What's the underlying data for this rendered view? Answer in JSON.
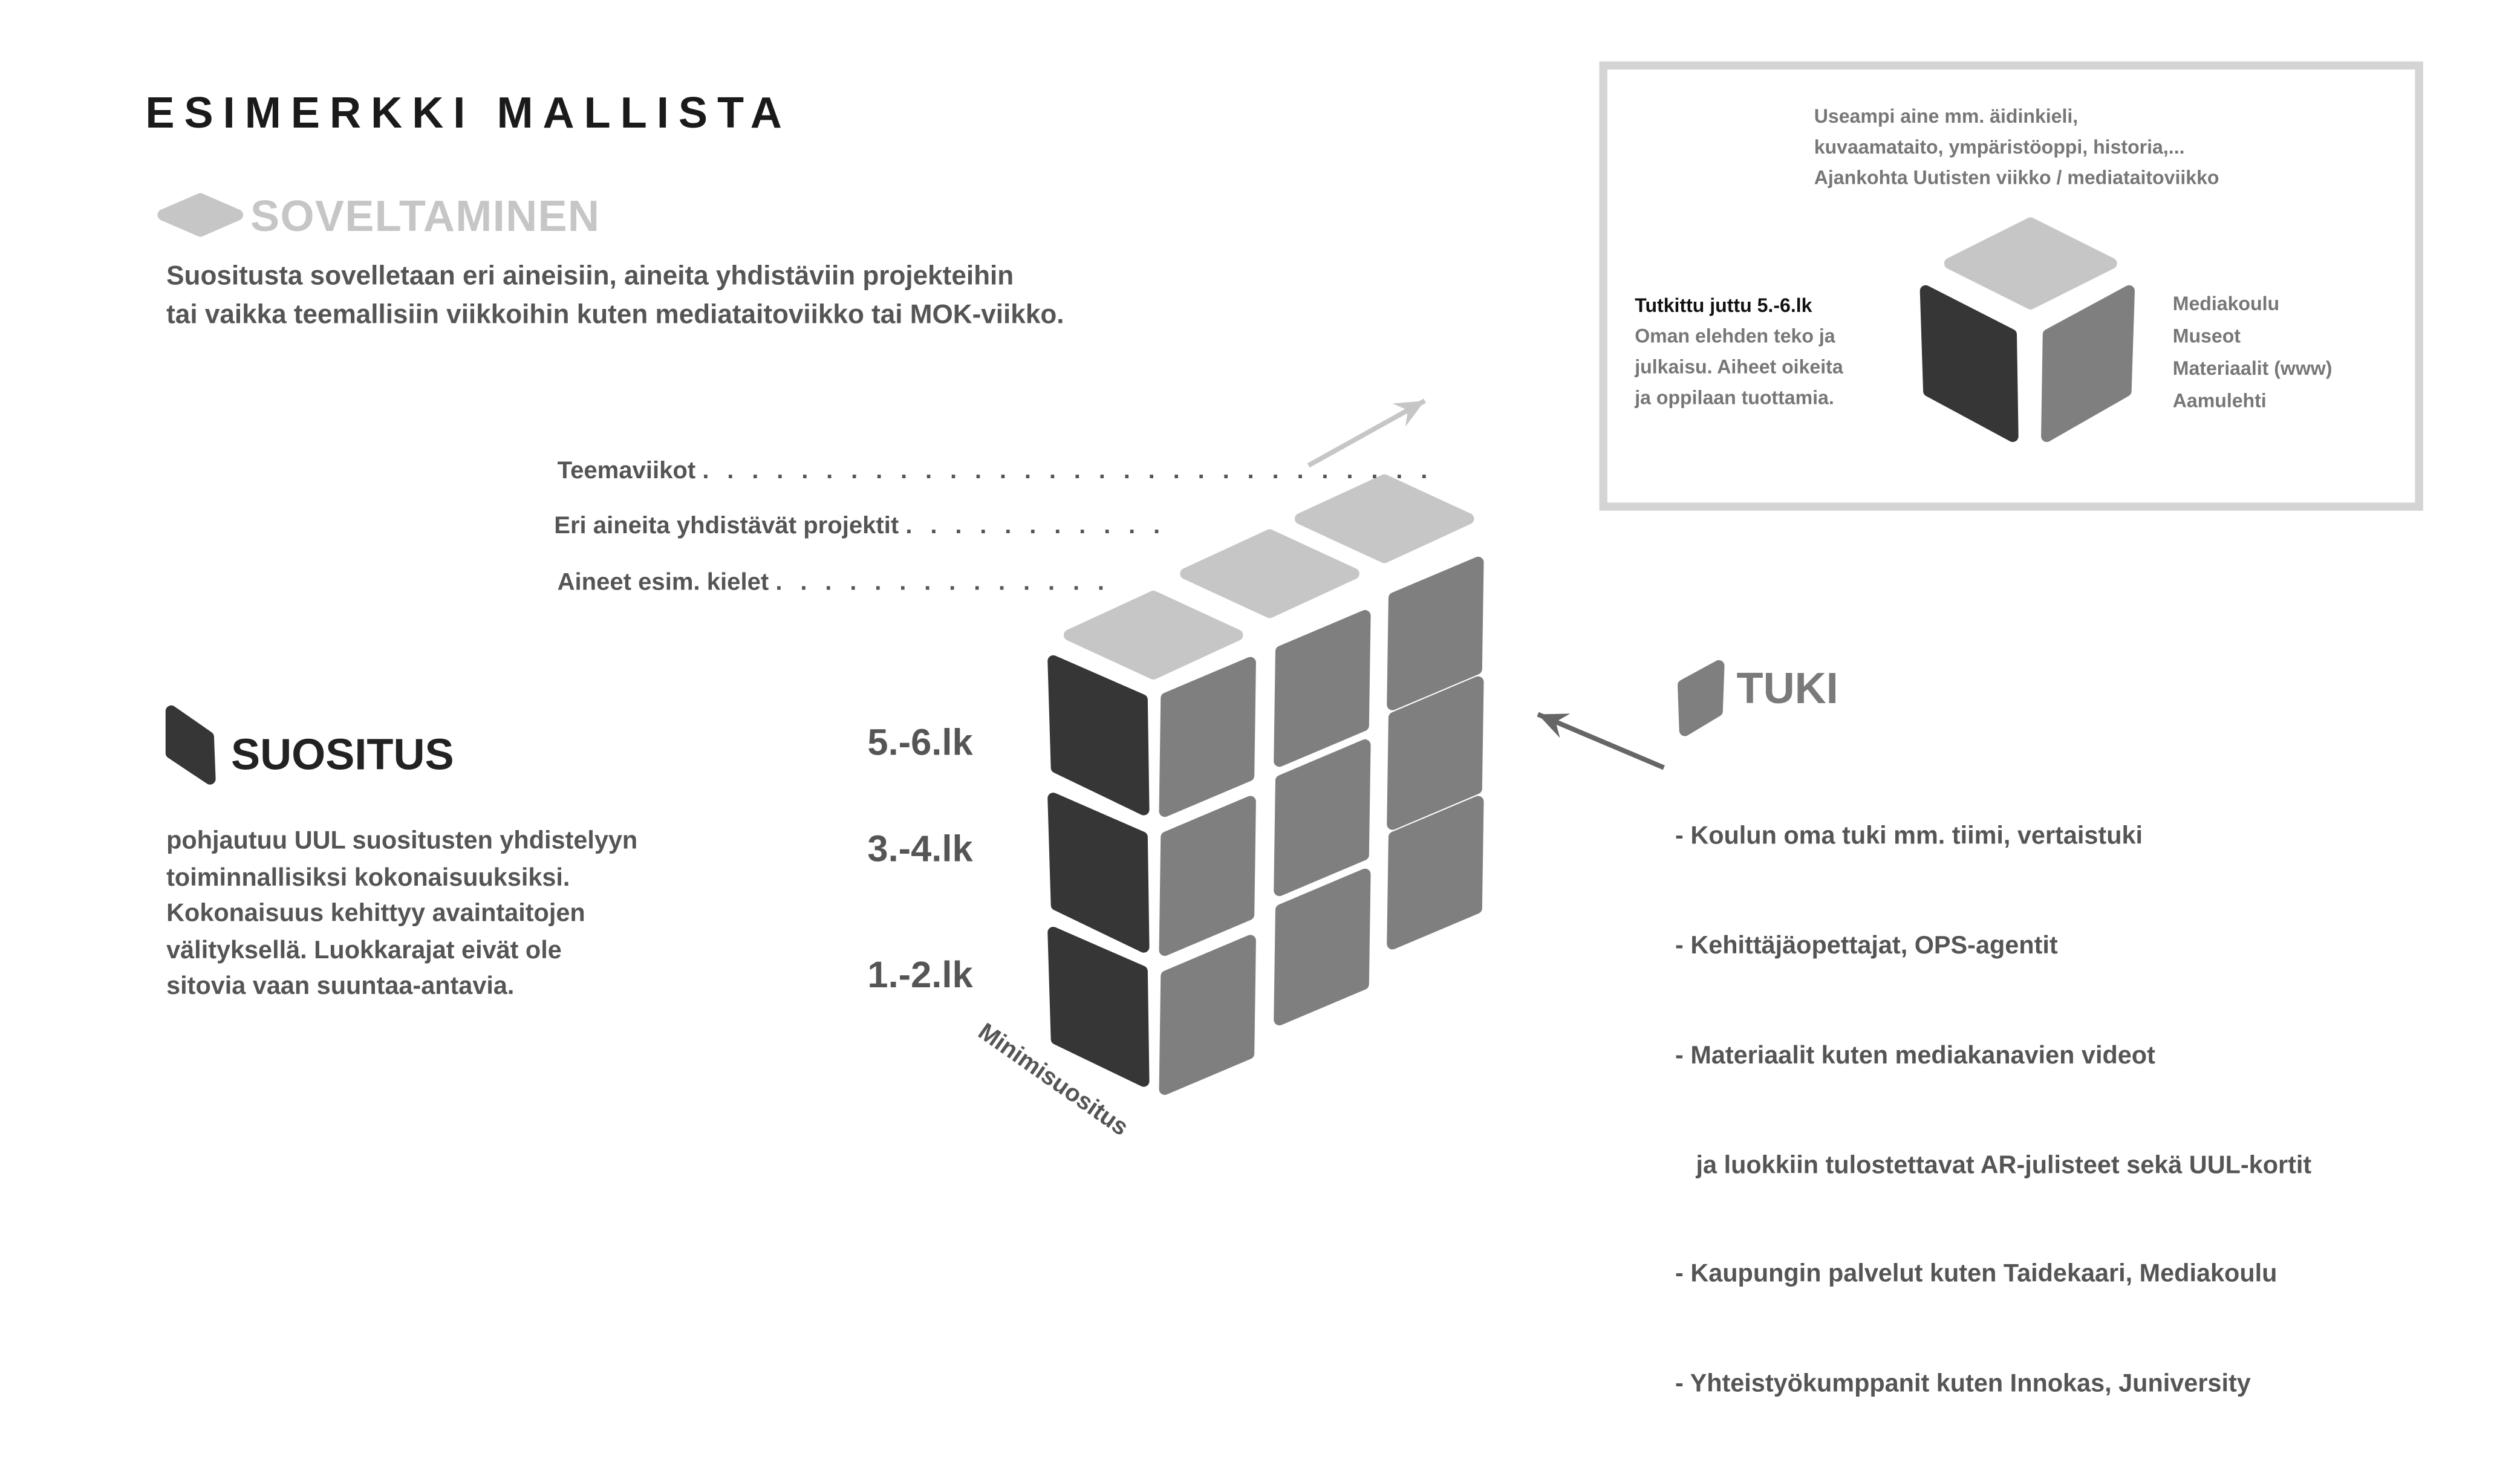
{
  "title": "ESIMERKKI MALLISTA",
  "soveltaminen": {
    "heading": "SOVELTAMINEN",
    "lines": [
      "Suositusta sovelletaan eri aineisiin, aineita yhdistäviin projekteihin",
      "tai vaikka teemallisiin viikkoihin kuten mediataitoviikko tai MOK-viikko."
    ]
  },
  "example_box": {
    "top_lines": [
      "Useampi aine mm. äidinkieli,",
      "kuvaamataito, ympäristöoppi, historia,...",
      "Ajankohta Uutisten viikko / mediataitoviikko"
    ],
    "left_heading": "Tutkittu juttu 5.-6.lk",
    "left_lines": [
      "Oman elehden teko ja",
      "julkaisu. Aiheet oikeita",
      "ja oppilaan tuottamia."
    ],
    "right_lines": [
      "Mediakoulu",
      "Museot",
      "Materiaalit (www)",
      "Aamulehti"
    ]
  },
  "levels": [
    {
      "label": "Teemaviikot",
      "dots": ". . . . . . . . . . . . . . . . . . . . . . . . . . . . . ."
    },
    {
      "label": "Eri aineita yhdistävät projektit",
      "dots": ". . . . . . . . . . ."
    },
    {
      "label": "Aineet esim. kielet",
      "dots": ". . . .  . . . . . . . . . ."
    }
  ],
  "grades": [
    "5.-6.lk",
    "3.-4.lk",
    "1.-2.lk"
  ],
  "axis_label": "Minimisuositus",
  "suositus": {
    "heading": "SUOSITUS",
    "lines": [
      "pohjautuu UUL suositusten yhdistelyyn",
      "toiminnallisiksi kokonaisuuksiksi.",
      "Kokonaisuus kehittyy avaintaitojen",
      "välityksellä. Luokkarajat eivät ole",
      "sitovia vaan suuntaa-antavia."
    ]
  },
  "tuki": {
    "heading": "TUKI",
    "items": [
      "- Koulun oma tuki mm. tiimi, vertaistuki",
      "- Kehittäjäopettajat, OPS-agentit",
      "- Materiaalit kuten mediakanavien videot",
      "   ja luokkiin tulostettavat AR-julisteet sekä UUL-kortit",
      "- Kaupungin palvelut kuten Taidekaari, Mediakoulu",
      "- Yhteistyökumppanit kuten Innokas, Juniversity"
    ]
  },
  "colors": {
    "top": "#c6c6c6",
    "front": "#363636",
    "side": "#7f7f7f",
    "text": "#555555"
  }
}
